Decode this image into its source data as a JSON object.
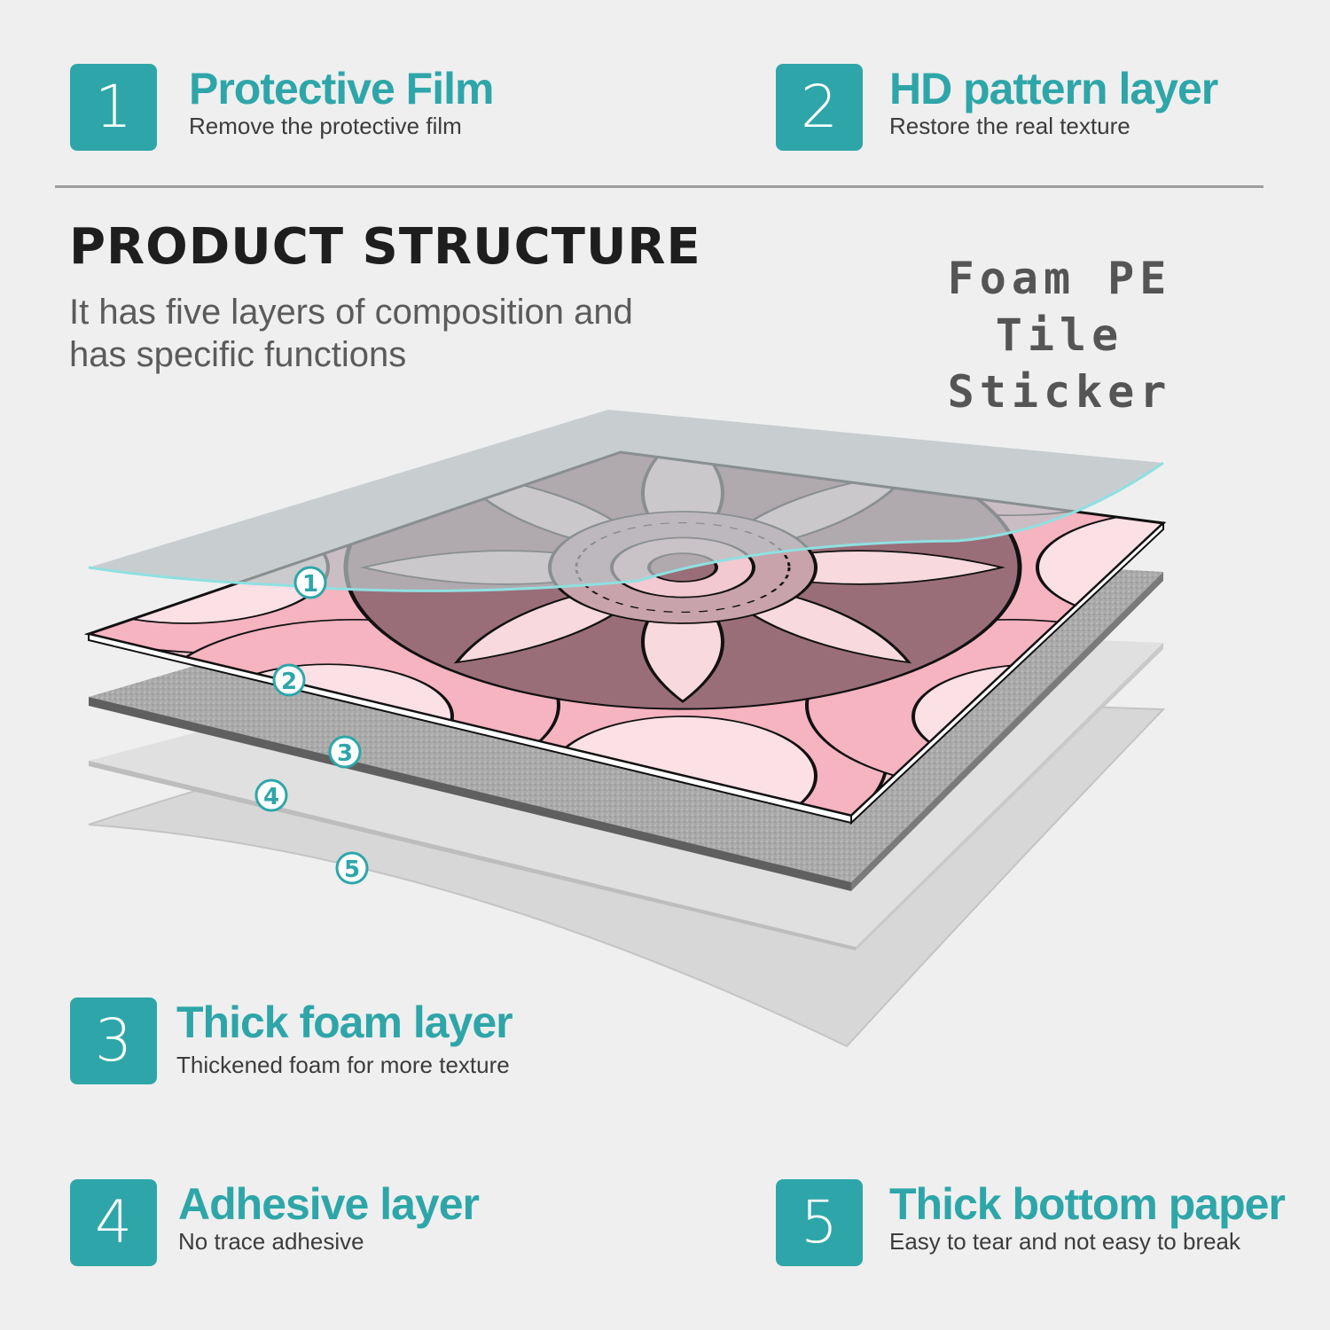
{
  "features": [
    {
      "number": "1",
      "title": "Protective Film",
      "desc": "Remove the protective film"
    },
    {
      "number": "2",
      "title": "HD pattern layer",
      "desc": "Restore the real texture"
    },
    {
      "number": "3",
      "title": "Thick foam layer",
      "desc": "Thickened foam for more texture"
    },
    {
      "number": "4",
      "title": "Adhesive layer",
      "desc": "No trace adhesive"
    },
    {
      "number": "5",
      "title": "Thick bottom paper",
      "desc": "Easy to tear and not easy to break"
    }
  ],
  "heading": "PRODUCT STRUCTURE",
  "subheading": "It has five layers of composition and has specific functions",
  "product_name": "Foam PE Tile Sticker",
  "callouts": [
    "1",
    "2",
    "3",
    "4",
    "5"
  ],
  "colors": {
    "accent": "#2ea6a9",
    "background": "#efefef",
    "pattern_pink": "#f4b6c2",
    "pattern_mauve": "#9a6e78"
  }
}
